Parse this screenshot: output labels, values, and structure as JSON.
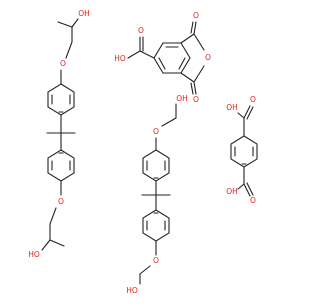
{
  "colors": {
    "bond": "#222222",
    "oxygen": "#e02020",
    "background": "#ffffff"
  },
  "atom_labels": {
    "ho": "HO",
    "oh": "OH",
    "o": "O"
  },
  "molecules": [
    {
      "id": "trimellitic-anhydride"
    },
    {
      "id": "bisphenol-a-bis-hydroxypropyl-ether"
    },
    {
      "id": "bisphenol-a-bis-hydroxyethyl-ether"
    },
    {
      "id": "terephthalic-acid"
    }
  ]
}
